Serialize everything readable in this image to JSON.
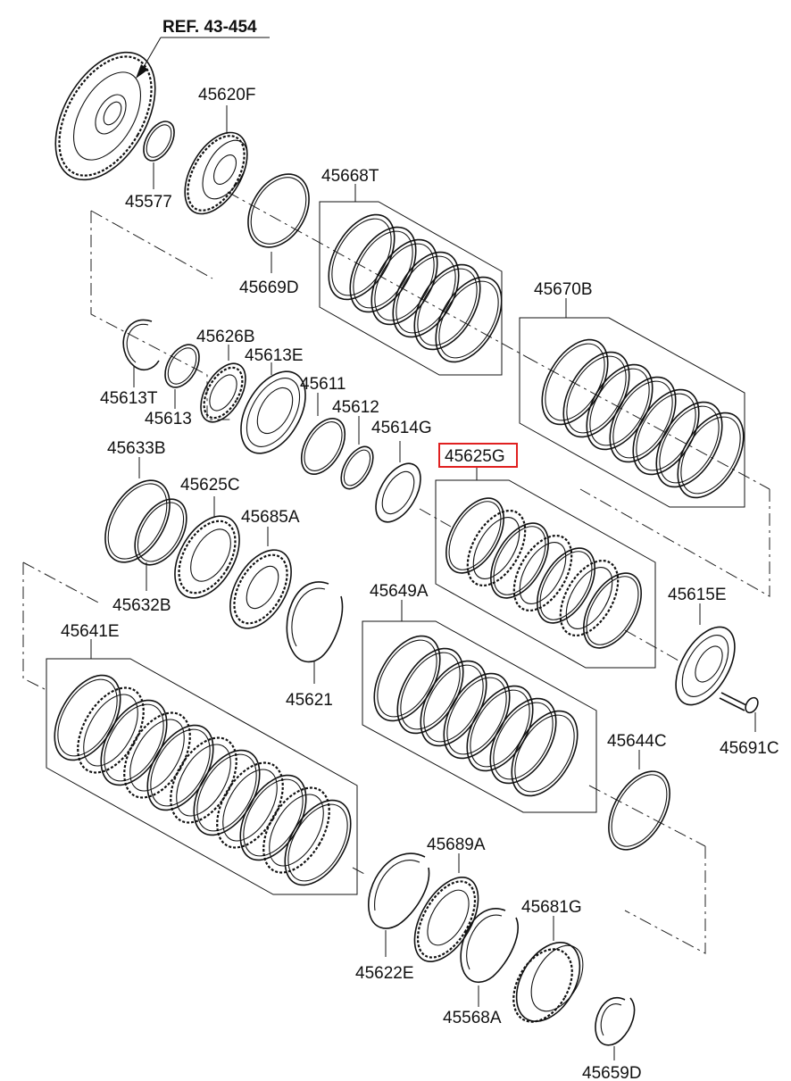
{
  "diagram": {
    "reference": "REF. 43-454",
    "highlight_color": "#e02020",
    "parts": [
      {
        "id": "45620F",
        "label": "45620F"
      },
      {
        "id": "45577",
        "label": "45577"
      },
      {
        "id": "45668T",
        "label": "45668T"
      },
      {
        "id": "45669D",
        "label": "45669D"
      },
      {
        "id": "45670B",
        "label": "45670B"
      },
      {
        "id": "45626B",
        "label": "45626B"
      },
      {
        "id": "45613E",
        "label": "45613E"
      },
      {
        "id": "45613T",
        "label": "45613T"
      },
      {
        "id": "45613",
        "label": "45613"
      },
      {
        "id": "45611",
        "label": "45611"
      },
      {
        "id": "45612",
        "label": "45612"
      },
      {
        "id": "45614G",
        "label": "45614G"
      },
      {
        "id": "45633B",
        "label": "45633B"
      },
      {
        "id": "45625C",
        "label": "45625C"
      },
      {
        "id": "45625G",
        "label": "45625G",
        "highlighted": true
      },
      {
        "id": "45685A",
        "label": "45685A"
      },
      {
        "id": "45632B",
        "label": "45632B"
      },
      {
        "id": "45649A",
        "label": "45649A"
      },
      {
        "id": "45615E",
        "label": "45615E"
      },
      {
        "id": "45641E",
        "label": "45641E"
      },
      {
        "id": "45621",
        "label": "45621"
      },
      {
        "id": "45644C",
        "label": "45644C"
      },
      {
        "id": "45691C",
        "label": "45691C"
      },
      {
        "id": "45689A",
        "label": "45689A"
      },
      {
        "id": "45681G",
        "label": "45681G"
      },
      {
        "id": "45622E",
        "label": "45622E"
      },
      {
        "id": "45568A",
        "label": "45568A"
      },
      {
        "id": "45659D",
        "label": "45659D"
      }
    ]
  }
}
